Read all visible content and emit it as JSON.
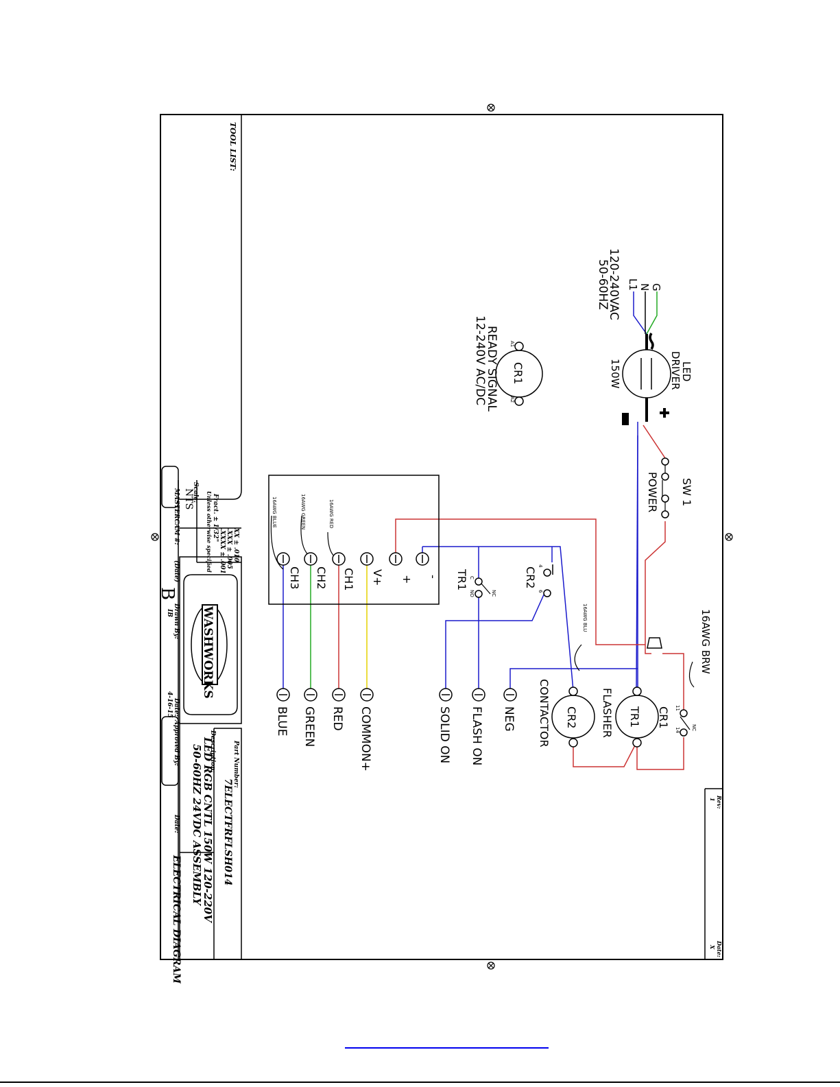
{
  "colors": {
    "blue": "#1a1acc",
    "red": "#cc3333",
    "green": "#22aa22",
    "yellow": "#e6d200",
    "black": "#000000"
  },
  "title_block": {
    "tool_list": "TOOL LIST:",
    "tolerances": [
      "XX ± .010",
      ".XXX ± .005",
      ".XXXX ± .001",
      "Fract. ± 1/32\"",
      "Unless otherwise specified"
    ],
    "scale_label": "Scale:",
    "scale_value": "NTS",
    "mastercam_label": "MASTERCAM #:",
    "date_paren": "(Date)",
    "rev_letter": "B",
    "drawn_by_label": "Drawn By:",
    "drawn_by_value": "IB",
    "date_label": "Date:",
    "date_value": "4-16-15",
    "approved_by_label": "Approved By:",
    "date2_label": "Date:",
    "part_number_label": "Part Number:",
    "part_number_value": "7ELECTFRFLSH014",
    "description_label": "Description:",
    "description_line1": "LED RGB CNTL 150W 120-220V",
    "description_line2": "50-60HZ 24VDC ASSEMBLY",
    "doc_type": "ELECTRICAL DIAGRAM",
    "rev_label": "Rev:",
    "rev_value": "1",
    "rev_date_label": "Date:",
    "rev_date_value": "X",
    "logo_text": "WASHWORKS"
  },
  "diagram": {
    "input_line1": "120-240VAC",
    "input_line2": "50-60HZ",
    "g": "G",
    "n": "N",
    "l1": "L1",
    "tilde": "~",
    "driver_line1": "LED",
    "driver_line2": "DRIVER",
    "driver_watts": "150W",
    "plus": "+",
    "minus": "-",
    "sw_label": "SW 1",
    "power_label": "POWER",
    "cr1_ready": "CR1",
    "cr1_a1": "A1",
    "cr1_a2": "A2",
    "ready_line1": "READY SIGNAL",
    "ready_line2": "12-240V AC/DC",
    "wire_brw": "16AWG BRW",
    "wire_blu": "16AWG BLU",
    "cr1": "CR1",
    "pin_11": "11",
    "pin_14": "14",
    "nc": "NC",
    "tr1": "TR1",
    "flasher": "FLASHER",
    "cr2": "CR2",
    "contactor": "CONTACTOR",
    "cr2_switch": "CR2",
    "cr2_pin4": "4",
    "cr2_pin6": "6",
    "tr1_switch": "TR1",
    "tr1_c": "C",
    "tr1_no": "NO",
    "tr1_nc": "NC",
    "box_terms": [
      "-",
      "+",
      "V+",
      "CH1",
      "CH2",
      "CH3"
    ],
    "wire_red": "16AWG RED",
    "wire_green": "16AWG GREEN",
    "wire_blue": "16AWG BLUE",
    "outputs": [
      "NEG",
      "FLASH ON",
      "SOLID ON",
      "COMMON+",
      "RED",
      "GREEN",
      "BLUE"
    ]
  }
}
